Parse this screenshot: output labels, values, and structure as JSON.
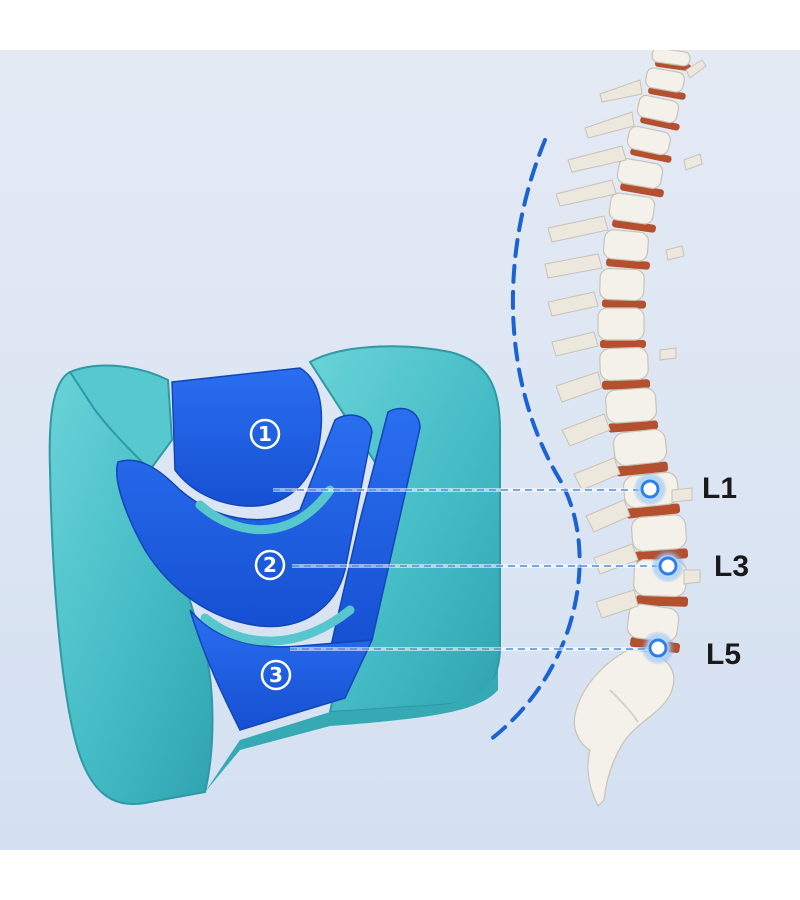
{
  "zones": [
    {
      "id": "zone-1",
      "number": "1"
    },
    {
      "id": "zone-2",
      "number": "2"
    },
    {
      "id": "zone-3",
      "number": "3"
    }
  ],
  "spine_levels": [
    {
      "id": "l1",
      "label": "L1"
    },
    {
      "id": "l3",
      "label": "L3"
    },
    {
      "id": "l5",
      "label": "L5"
    }
  ],
  "colors": {
    "cushion_teal": "#4fc4cc",
    "cushion_teal_dark": "#2fa8b3",
    "chamber_blue": "#1f63e6",
    "chamber_blue_dark": "#1448c4",
    "guide_line": "#4f8fe0",
    "curve_dash": "#1b63d0",
    "bone": "#f4f1ea",
    "disc": "#b5502e"
  }
}
